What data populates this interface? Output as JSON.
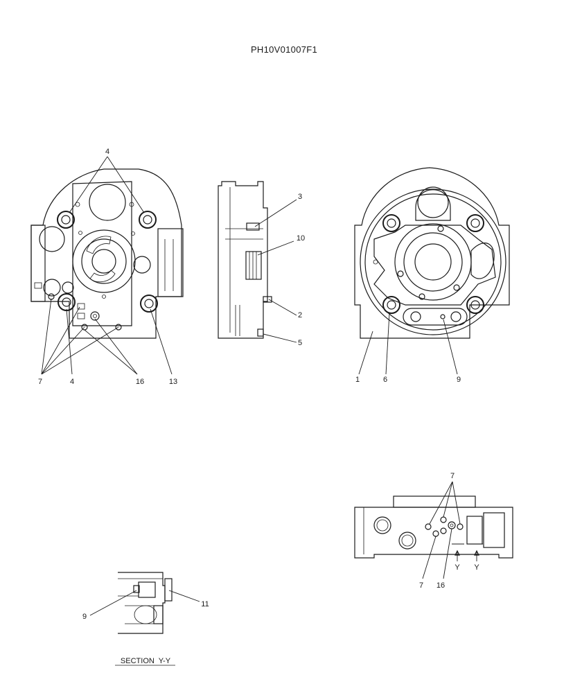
{
  "drawing_id": "PH10V01007F1",
  "section_label": "SECTION  Y-Y",
  "callouts": {
    "front_4_top": "4",
    "front_7": "7",
    "front_4_bottom": "4",
    "front_16": "16",
    "front_13": "13",
    "side_3": "3",
    "side_10": "10",
    "side_2": "2",
    "side_5": "5",
    "rear_1": "1",
    "rear_6": "6",
    "rear_9": "9",
    "bottom_7_top": "7",
    "bottom_7": "7",
    "bottom_16": "16",
    "bottom_y1": "Y",
    "bottom_y2": "Y",
    "section_9": "9",
    "section_11": "11"
  }
}
